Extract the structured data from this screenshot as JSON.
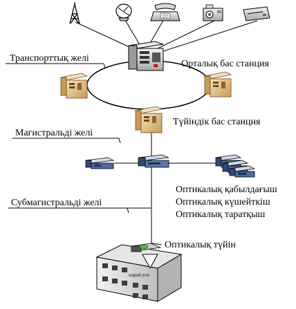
{
  "labels": {
    "transport_network": "Транспорттық желі",
    "central_station": "Орталық бас станция",
    "node_station": "Түйіндік бас станция",
    "trunk_network": "Магистральді желі",
    "optical_receiver": "Оптикалық қабылдағыш",
    "optical_amplifier": "Оптикалық күшейткіш",
    "optical_transmitter": "Оптикалық таратқыш",
    "subtrunk_network": "Субмагистральді желі",
    "optical_node": "Оптикалық түйін",
    "building_sign": "оорой усн"
  },
  "icons": [
    "antenna-tower-icon",
    "satellite-dish-icon",
    "telephone-icon",
    "video-camera-icon",
    "vcr-player-icon",
    "server-icon",
    "optical-device-icon",
    "building-icon"
  ],
  "colors": {
    "line": "#000000",
    "server_body": "#d9b47a",
    "server_light": "#efd9b1",
    "device_blue": "#3a5f96",
    "green_led": "#49c23a"
  }
}
